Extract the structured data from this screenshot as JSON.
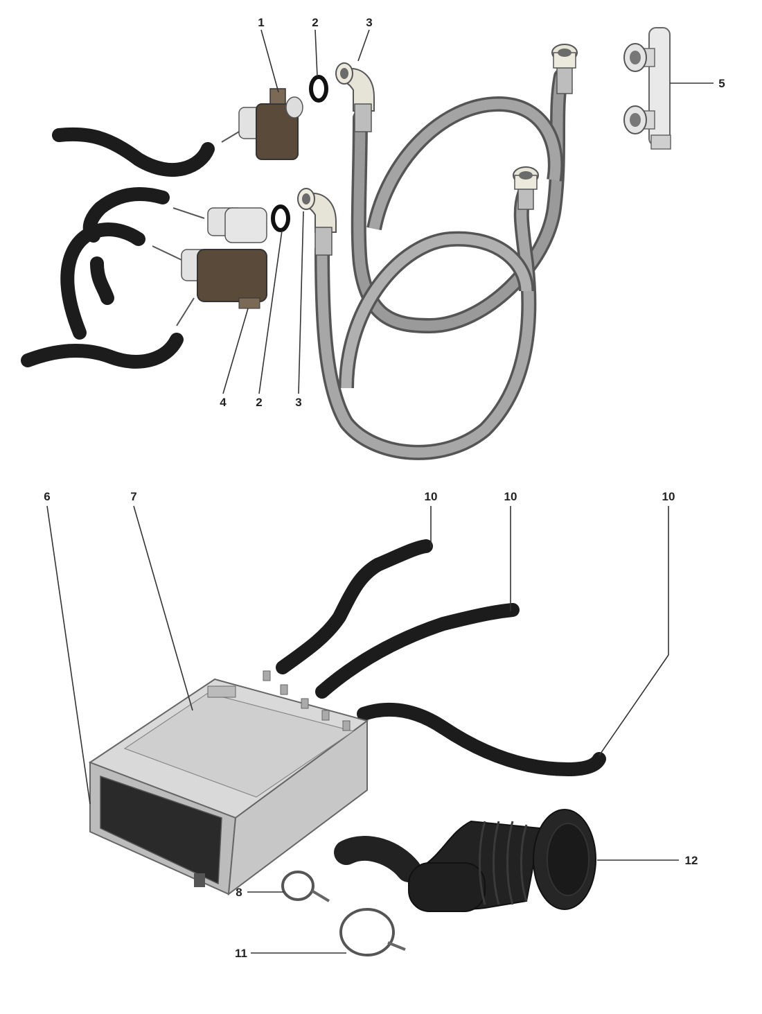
{
  "colors": {
    "hose_black": "#1c1c1c",
    "hose_grey": "#8c8c8c",
    "valve_brown": "#5a4a3a",
    "valve_white": "#e2e2e2",
    "dispenser_grey": "#c9c9c9",
    "label_text": "#222222"
  },
  "callouts": [
    {
      "id": "c1",
      "text": "1"
    },
    {
      "id": "c2a",
      "text": "2"
    },
    {
      "id": "c3a",
      "text": "3"
    },
    {
      "id": "c5",
      "text": "5"
    },
    {
      "id": "c4",
      "text": "4"
    },
    {
      "id": "c2b",
      "text": "2"
    },
    {
      "id": "c3b",
      "text": "3"
    },
    {
      "id": "c6",
      "text": "6"
    },
    {
      "id": "c7",
      "text": "7"
    },
    {
      "id": "c10a",
      "text": "10"
    },
    {
      "id": "c10b",
      "text": "10"
    },
    {
      "id": "c10c",
      "text": "10"
    },
    {
      "id": "c12",
      "text": "12"
    },
    {
      "id": "c8",
      "text": "8"
    },
    {
      "id": "c11",
      "text": "11"
    }
  ]
}
